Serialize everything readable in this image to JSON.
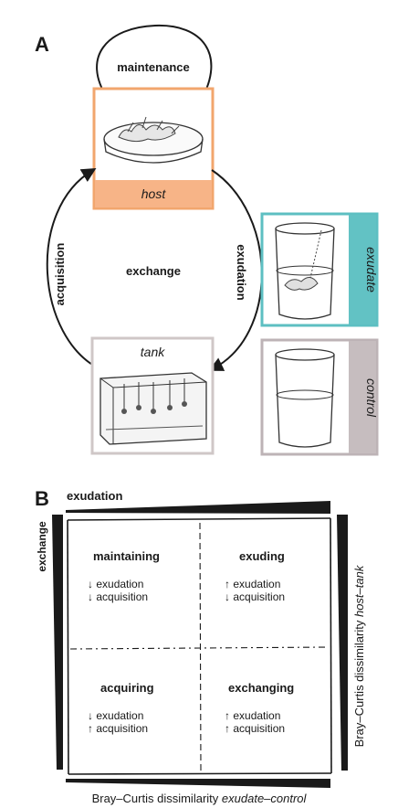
{
  "panelA": {
    "letter": "A",
    "maintenance": "maintenance",
    "host": "host",
    "acquisition": "acquisition",
    "exchange": "exchange",
    "exudation": "exudation",
    "exudate": "exudate",
    "tank": "tank",
    "control": "control",
    "colors": {
      "host": "#f2a66d",
      "exudate": "#5dbfc2",
      "control": "#bdb3b6",
      "tank": "#cfc7c7"
    }
  },
  "panelB": {
    "letter": "B",
    "top_label": "exudation",
    "left_label": "exchange",
    "right_label": {
      "pre": "Bray–Curtis dissimilarity",
      "italic": "host–tank"
    },
    "bottom_label": {
      "pre": "Bray–Curtis dissimilarity",
      "italic": "exudate–control"
    },
    "quadrants": [
      {
        "title": "maintaining",
        "l1": "exudation",
        "a1": "↓",
        "l2": "acquisition",
        "a2": "↓"
      },
      {
        "title": "exuding",
        "l1": "exudation",
        "a1": "↑",
        "l2": "acquisition",
        "a2": "↓"
      },
      {
        "title": "acquiring",
        "l1": "exudation",
        "a1": "↓",
        "l2": "acquisition",
        "a2": "↑"
      },
      {
        "title": "exchanging",
        "l1": "exudation",
        "a1": "↑",
        "l2": "acquisition",
        "a2": "↑"
      }
    ]
  }
}
